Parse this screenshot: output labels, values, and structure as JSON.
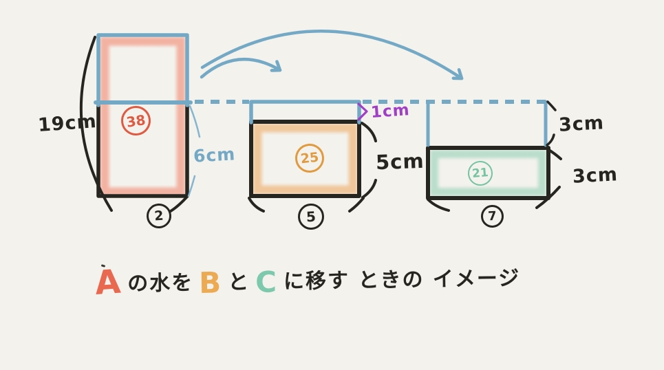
{
  "caption": {
    "a": "A",
    "mid1": "の水を",
    "b": "B",
    "mid2": "と",
    "c": "C",
    "mid3": "に移す ときの イメージ"
  },
  "measurements": {
    "a_total_height": "19cm",
    "a_water_height": "6cm",
    "b_gap": "1cm",
    "b_height": "5cm",
    "c_gap": "3cm",
    "c_height": "3cm"
  },
  "values": {
    "a": "38",
    "b": "25",
    "c": "21"
  },
  "base_widths": {
    "a": "2",
    "b": "5",
    "c": "7"
  },
  "colors": {
    "background": "#f3f2ed",
    "ink_black": "#26251f",
    "water_line_blue": "#74a9c6",
    "container_a_accent": "#e05a42",
    "container_a_highlight": "#f2a795",
    "container_b_accent": "#e29a3e",
    "container_b_highlight": "#f0c392",
    "container_c_accent": "#74c4a0",
    "container_c_highlight": "#b8ddc9",
    "gap_label_purple": "#a13ec6"
  }
}
